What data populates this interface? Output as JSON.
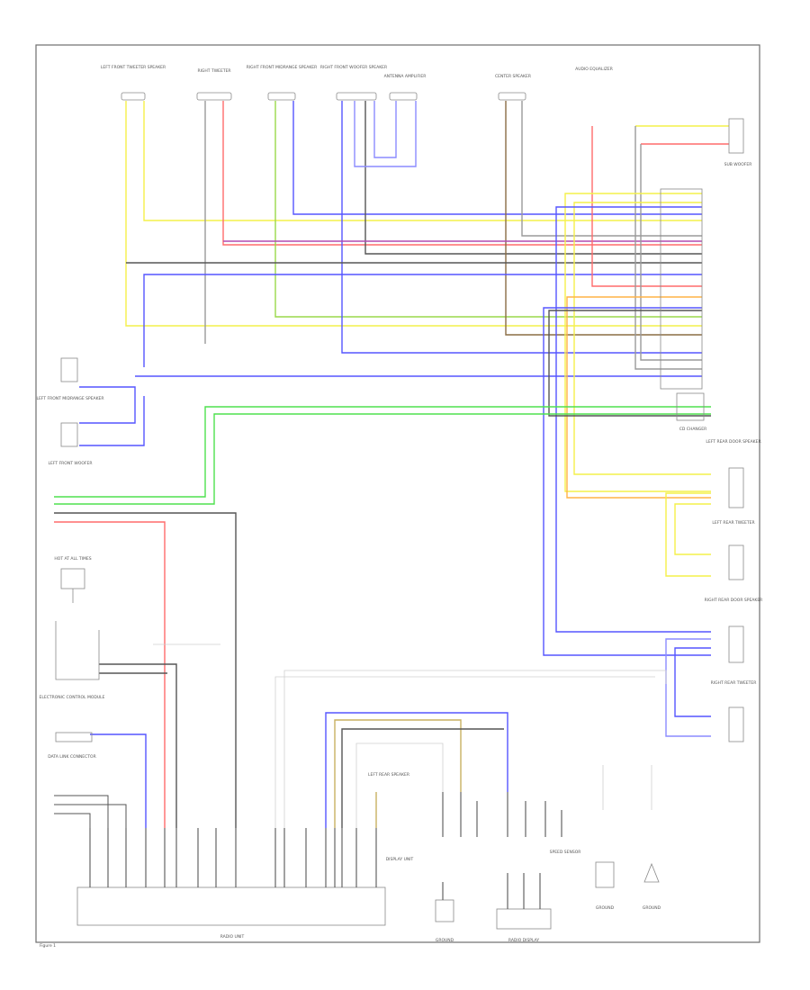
{
  "page": {
    "figure_number": "Figure 1"
  },
  "colors": {
    "yellow": "#f4f04a",
    "red": "#ff6b6b",
    "green": "#9ad84a",
    "bright_green": "#4ee04e",
    "blue": "#5555ff",
    "blue_light": "#8c8cff",
    "brown": "#8a6d44",
    "dark_gray": "#555555",
    "gray": "#9a9a9a",
    "light_gray": "#cfcfcf",
    "orange": "#ffb347",
    "purple": "#b04ab0",
    "tan": "#c8b060"
  },
  "top_components": [
    {
      "id": "speaker-1",
      "label": "LEFT FRONT TWEETER SPEAKER"
    },
    {
      "id": "speaker-2",
      "label": "RIGHT TWEETER"
    },
    {
      "id": "speaker-3",
      "label": "RIGHT FRONT MIDRANGE SPEAKER"
    },
    {
      "id": "speaker-4",
      "label": "RIGHT FRONT WOOFER SPEAKER"
    },
    {
      "id": "speaker-5",
      "label": "ANTENNA AMPLIFIER"
    },
    {
      "id": "speaker-6",
      "label": "CENTER SPEAKER"
    },
    {
      "id": "speaker-7",
      "label": "AUDIO EQUALIZER"
    }
  ],
  "right_components": [
    {
      "id": "rc-1",
      "label": "SUB WOOFER"
    },
    {
      "id": "rc-2",
      "label": "CD CHANGER"
    },
    {
      "id": "rc-3",
      "label": "LEFT REAR DOOR SPEAKER"
    },
    {
      "id": "rc-4",
      "label": "LEFT REAR TWEETER"
    },
    {
      "id": "rc-5",
      "label": "RIGHT REAR DOOR SPEAKER"
    },
    {
      "id": "rc-6",
      "label": "RIGHT REAR TWEETER"
    }
  ],
  "left_components": [
    {
      "id": "lc-1",
      "label": "LEFT FRONT MIDRANGE SPEAKER"
    },
    {
      "id": "lc-2",
      "label": "LEFT FRONT WOOFER"
    },
    {
      "id": "lc-3",
      "label": "HOT AT ALL TIMES"
    },
    {
      "id": "lc-4",
      "label": "ELECTRONIC CONTROL MODULE"
    },
    {
      "id": "lc-5",
      "label": "DATA LINK CONNECTOR"
    }
  ],
  "bottom_components": [
    {
      "id": "bc-1",
      "label": "RADIO UNIT"
    },
    {
      "id": "bc-2",
      "label": "LEFT REAR SPEAKER"
    },
    {
      "id": "bc-3",
      "label": "GROUND"
    },
    {
      "id": "bc-4",
      "label": "RADIO DISPLAY"
    },
    {
      "id": "bc-5",
      "label": "SPEED SENSOR"
    },
    {
      "id": "bc-6",
      "label": "GROUND"
    },
    {
      "id": "bc-7",
      "label": "GROUND"
    },
    {
      "id": "bc-8",
      "label": "DISPLAY UNIT"
    }
  ]
}
